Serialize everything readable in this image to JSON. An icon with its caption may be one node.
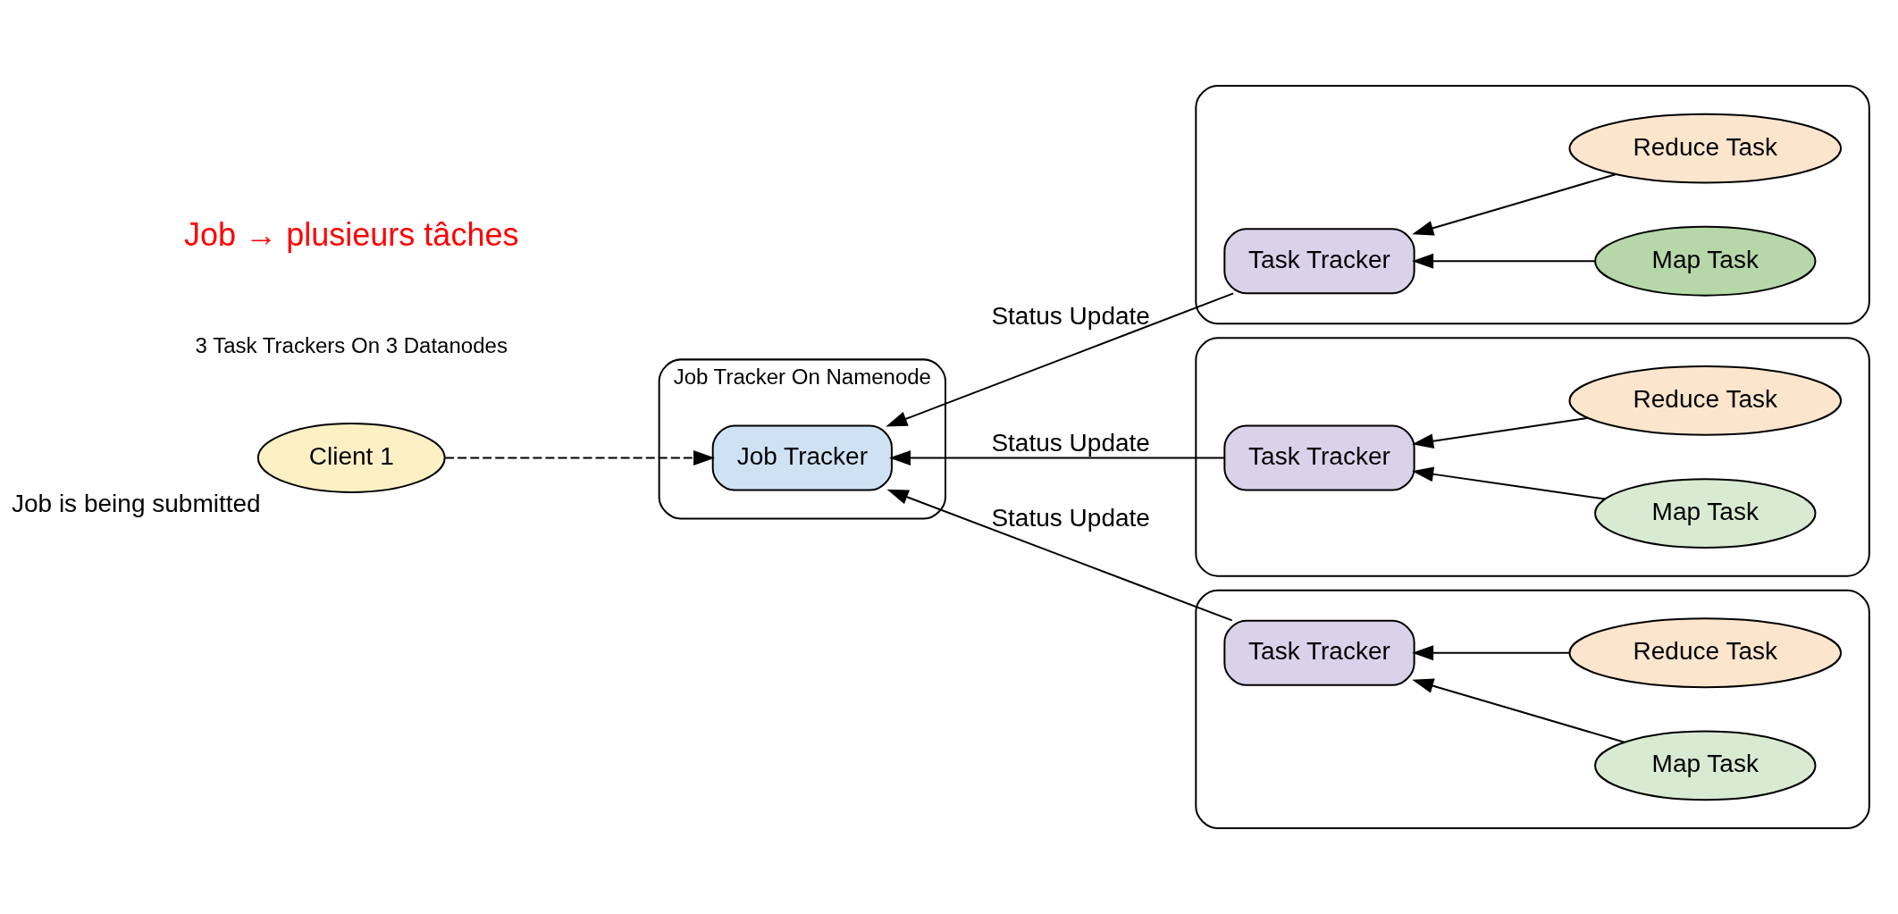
{
  "diagram": {
    "nodes": [
      {
        "text": [
          "Client 1"
        ],
        "beside": [
          "Job is being submitted"
        ]
      },
      {
        "text": [
          "Job Tracker On Namenode"
        ]
      },
      {
        "text": [
          "Job Tracker"
        ],
        "in": 1
      },
      {
        "text": [],
        "shape": "box"
      },
      {
        "text": [
          "Task Tracker"
        ],
        "in": 3
      },
      {
        "text": [
          "Map Task"
        ],
        "in": 3
      },
      {
        "text": [
          "Reduce Task"
        ],
        "in": 3
      },
      {
        "text": [],
        "shape": "box"
      },
      {
        "text": [
          "Task Tracker"
        ],
        "in": 7
      },
      {
        "text": [
          "Map Task"
        ],
        "in": 7
      },
      {
        "text": [
          "Reduce Task"
        ],
        "in": 7
      },
      {
        "text": [],
        "shape": "box"
      },
      {
        "text": [
          "Task Tracker"
        ],
        "in": 11
      },
      {
        "text": [
          "Map Task"
        ],
        "in": 11
      },
      {
        "text": [
          "Reduce Task"
        ],
        "in": 11
      }
    ],
    "edges": [
      {
        "from": 0,
        "to": 2,
        "arrow": "to",
        "style": "dashed"
      },
      {
        "from": 4,
        "to": 2,
        "arrow": "to",
        "label": "Status Update"
      },
      {
        "from": 8,
        "to": 2,
        "arrow": "to",
        "label": "Status Update"
      },
      {
        "from": 12,
        "to": 2,
        "arrow": "to",
        "label": "Status Update"
      },
      {
        "from": 5,
        "to": 4,
        "arrow": "to"
      },
      {
        "from": 6,
        "to": 4,
        "arrow": "to"
      },
      {
        "from": 9,
        "to": 8,
        "arrow": "to"
      },
      {
        "from": 10,
        "to": 8,
        "arrow": "to"
      },
      {
        "from": 13,
        "to": 12,
        "arrow": "to"
      },
      {
        "from": 14,
        "to": 12,
        "arrow": "to"
      }
    ],
    "labels": [
      "3 Task Trackers On 3 Datanodes",
      "Job → plusieurs tâches"
    ]
  }
}
